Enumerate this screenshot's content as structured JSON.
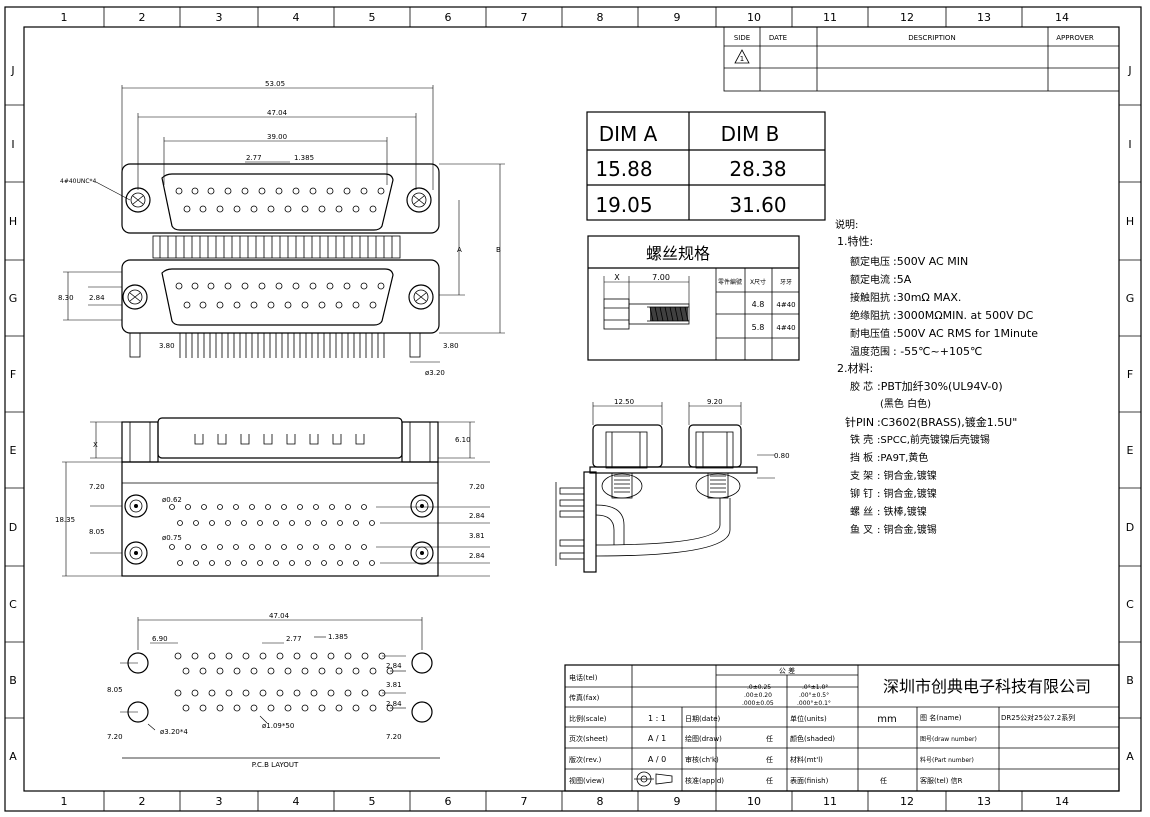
{
  "border": {
    "columns": [
      "1",
      "2",
      "3",
      "4",
      "5",
      "6",
      "7",
      "8",
      "9",
      "10",
      "11",
      "12",
      "13",
      "14"
    ],
    "rows": [
      "J",
      "I",
      "H",
      "G",
      "F",
      "E",
      "D",
      "C",
      "B",
      "A"
    ]
  },
  "revision": {
    "side": "SIDE",
    "date": "DATE",
    "description": "DESCRIPTION",
    "approver": "APPROVER",
    "mark": "1"
  },
  "dim_table": {
    "headers": [
      "DIM A",
      "DIM B"
    ],
    "rows": [
      [
        "15.88",
        "28.38"
      ],
      [
        "19.05",
        "31.60"
      ]
    ]
  },
  "screw_spec": {
    "title": "螺丝规格",
    "x_label": "X",
    "length": "7.00",
    "headers": [
      "零件編號",
      "X尺寸",
      "牙牙"
    ],
    "rows": [
      [
        "",
        "4.8",
        "4#40"
      ],
      [
        "",
        "5.8",
        "4#40"
      ]
    ]
  },
  "notes": {
    "title": "说明:",
    "sec1": "1.特性:",
    "items1": [
      {
        "k": "额定电压",
        "v": ":500V AC MIN"
      },
      {
        "k": "额定电流",
        "v": ":5A"
      },
      {
        "k": "接触阻抗",
        "v": ":30mΩ MAX."
      },
      {
        "k": "绝缘阻抗",
        "v": ":3000MΩMIN. at 500V DC"
      },
      {
        "k": "耐电压值",
        "v": ":500V AC RMS for 1Minute"
      },
      {
        "k": "温度范围",
        "v": ": -55℃~+105℃"
      }
    ],
    "sec2": "2.材料:",
    "items2": [
      {
        "k": "胶 芯",
        "v": ":PBT加纤30%(UL94V-0)"
      },
      {
        "k": "",
        "v": "(黑色 白色)"
      },
      {
        "k": "针PIN",
        "v": ":C3602(BRASS),镀金1.5U\""
      },
      {
        "k": "铁 壳",
        "v": ":SPCC,前壳镀镍后壳镀锡"
      },
      {
        "k": "挡 板",
        "v": ":PA9T,黄色"
      },
      {
        "k": "支 架",
        "v": ": 铜合金,镀镍"
      },
      {
        "k": "铆 钉",
        "v": ": 铜合金,镀镍"
      },
      {
        "k": "螺 丝",
        "v": ": 铁棒,镀镍"
      },
      {
        "k": "鱼 叉",
        "v": ": 铜合金,镀锡"
      }
    ]
  },
  "dims_top": {
    "d1": "53.05",
    "d2": "47.04",
    "d3": "39.00",
    "d4": "2.77",
    "d5": "1.385",
    "screw": "4#40UNC*4",
    "a": "A",
    "b": "B",
    "h1": "8.30",
    "h2": "2.84",
    "l1": "3.80",
    "l2": "3.80",
    "hole": "ø3.20"
  },
  "dims_front": {
    "x": "X",
    "d1": "6.10",
    "d2": "7.20",
    "d3": "18.35",
    "d4": "8.05",
    "d5": "7.20",
    "p1": "ø0.62",
    "p2": "ø0.75",
    "r1": "2.84",
    "r2": "3.81",
    "r3": "2.84"
  },
  "dims_side": {
    "w1": "12.50",
    "w2": "9.20",
    "t": "0.80"
  },
  "pcb": {
    "d1": "47.04",
    "d2": "6.90",
    "d3": "2.77",
    "d4": "1.385",
    "d5": "8.05",
    "d6": "7.20",
    "d7": "7.20",
    "r1": "2.84",
    "r2": "3.81",
    "r3": "2.84",
    "hole1": "ø3.20*4",
    "hole2": "ø1.09*50",
    "title": "P.C.B LAYOUT"
  },
  "title_block": {
    "tel": "电话(tel)",
    "fax": "传真(fax)",
    "tolerance": "公 差",
    "tol_a": [
      ".0±0.25",
      ".00±0.20",
      ".000±0.05"
    ],
    "tol_b": [
      ".0°±1.0°",
      ".00°±0.5°",
      ".000°±0.1°"
    ],
    "company": "深圳市创典电子科技有限公司",
    "scale_l": "比例(scale)",
    "scale_v": "1 : 1",
    "date_l": "日期(date)",
    "units_l": "单位(units)",
    "units_v": "mm",
    "name_l": "图 名(name)",
    "name_v": "DR25公对25公7.2系列",
    "sheet_l": "页次(sheet)",
    "sheet_v": "A / 1",
    "draw_l": "绘图(draw)",
    "draw_v": "任",
    "shaded_l": "颜色(shaded)",
    "dn_l": "图号(draw number)",
    "rev_l": "版次(rev.)",
    "rev_v": "A / 0",
    "chk_l": "审核(ch'k)",
    "chk_v": "任",
    "mtl_l": "材料(mt'l)",
    "pn_l": "料号(Part number)",
    "view_l": "视图(view)",
    "app_l": "核准(app'd)",
    "app_v": "任",
    "finish_l": "表面(finish)",
    "finish_v": "任",
    "tel2_l": "客服(tel) 信R"
  }
}
